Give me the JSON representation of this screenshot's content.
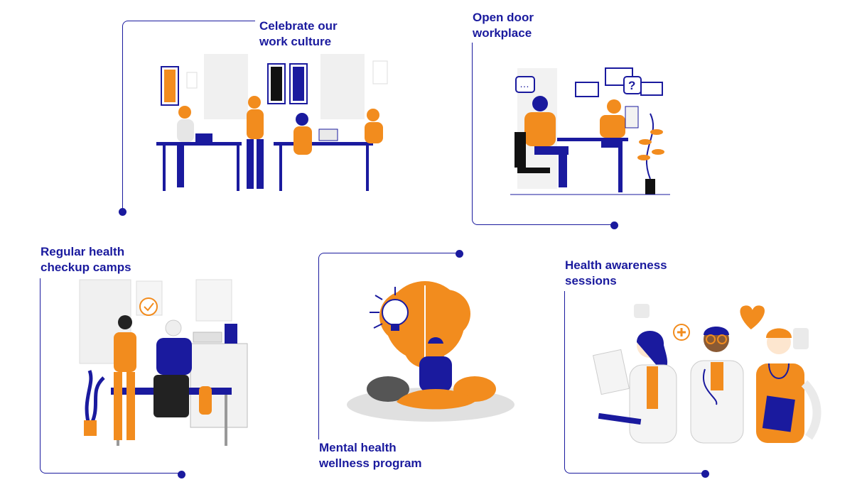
{
  "colors": {
    "accent": "#1a1a9e",
    "orange": "#f28c1e",
    "grey": "#e6e6e6"
  },
  "items": [
    {
      "line1": "Celebrate our",
      "line2": "work culture",
      "illustration": "office-team-illustration"
    },
    {
      "line1": "Open door",
      "line2": "workplace",
      "illustration": "meeting-illustration"
    },
    {
      "line1": "Regular health",
      "line2": "checkup camps",
      "illustration": "health-checkup-illustration"
    },
    {
      "line1": "Mental health",
      "line2": "wellness program",
      "illustration": "meditation-illustration"
    },
    {
      "line1": "Health awareness",
      "line2": "sessions",
      "illustration": "doctors-illustration"
    }
  ]
}
